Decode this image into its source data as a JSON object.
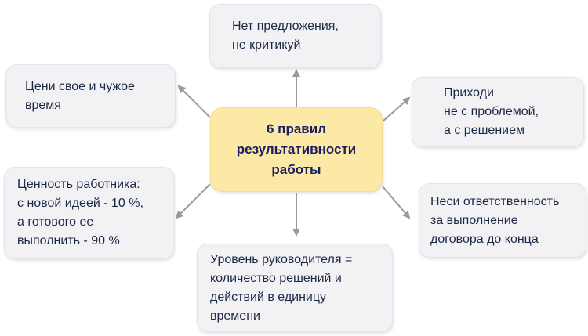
{
  "center": {
    "title": "6 правил\nрезультативности\nработы"
  },
  "rules": [
    {
      "text": "Нет предложения,\nне критикуй"
    },
    {
      "text": "Цени свое и чужое\nвремя"
    },
    {
      "text": "Приходи\nне с проблемой,\nа с решением"
    },
    {
      "text": "Ценность работника:\nс новой идеей - 10 %,\nа готового ее\nвыполнить - 90 %"
    },
    {
      "text": "Неси ответственность\nза выполнение\nдоговора до конца"
    },
    {
      "text": "Уровень руководителя =\nколичество решений и\nдействий в единицу\nвремени"
    }
  ],
  "colors": {
    "center_fill": "#fde9a6",
    "box_fill": "#f2f2f5",
    "arrow": "#9a9a9a",
    "text": "#1c2848"
  }
}
